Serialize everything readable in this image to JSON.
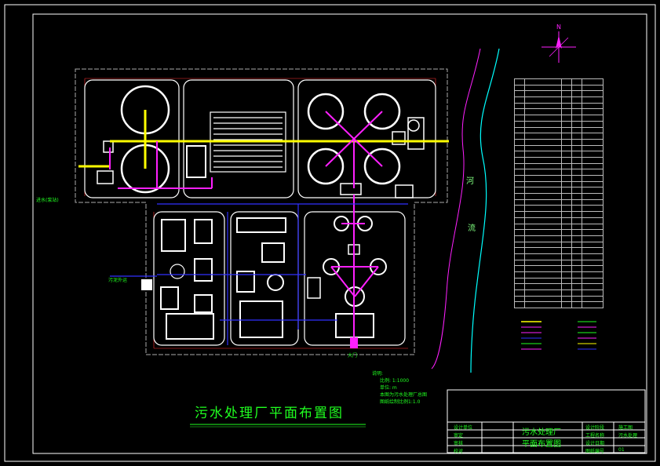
{
  "drawing": {
    "title": "污水处理厂平面布置图",
    "river_chars": [
      "河",
      "流"
    ],
    "north": "N",
    "notes_heading": "说明:",
    "notes": [
      "比例: 1:1000",
      "单位: m",
      "本图为污水处理厂总图",
      "图纸绘制比例1:1.0"
    ],
    "inlet_label": "进水(泵站)",
    "sludge_label": "污泥外运",
    "gate_label": "大门"
  },
  "title_block": {
    "drawing_name_line1": "污水处理厂",
    "drawing_name_line2": "平面布置图",
    "left_rows": [
      "设计单位",
      "审定",
      "审核",
      "校对"
    ],
    "right_rows": [
      "设计阶段",
      "工程名称",
      "设计日期",
      "图纸编号"
    ],
    "right_values": [
      "施工图",
      "污水处理",
      "",
      "01"
    ]
  },
  "colors": {
    "background": "#000000",
    "frame": "#ffffff",
    "structure": "#ffffff",
    "dimension": "#ff3030",
    "sewage_pipe": "#ffff00",
    "sludge_pipe": "#ff20ff",
    "water_pipe": "#3030ff",
    "label": "#20ff20",
    "river": "#00ffff"
  }
}
